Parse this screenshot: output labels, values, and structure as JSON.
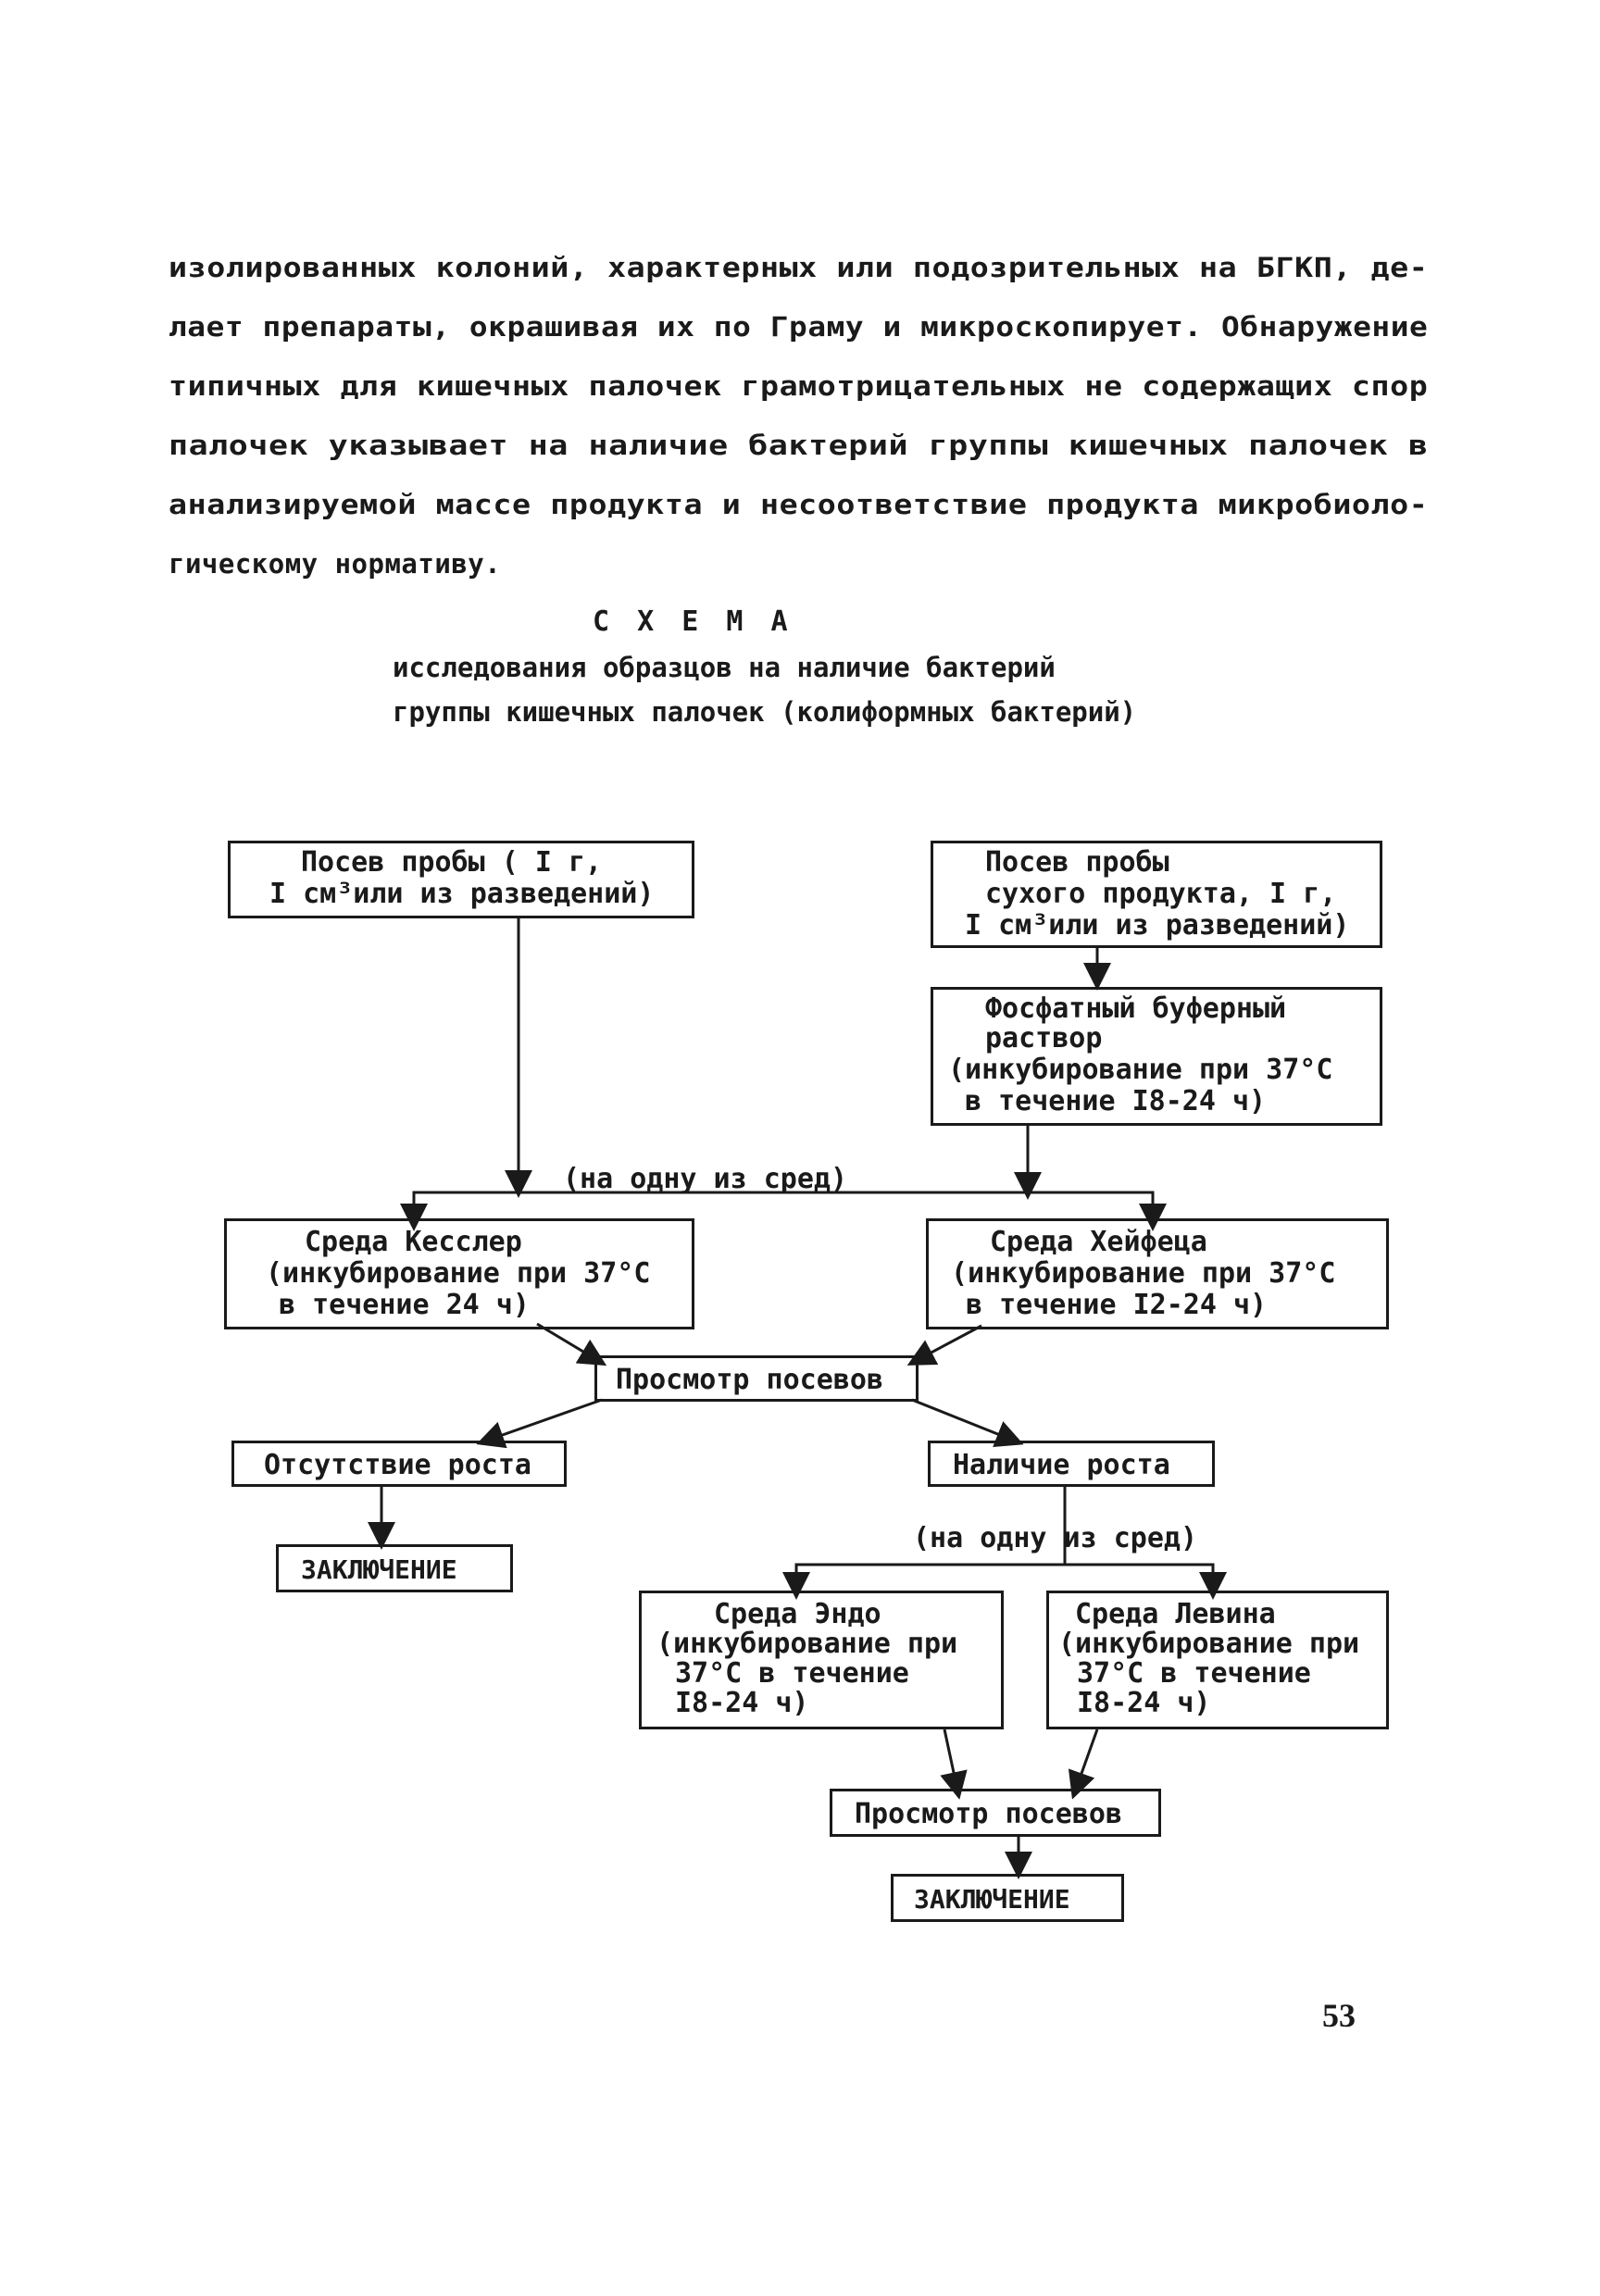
{
  "paragraph": {
    "lines": [
      "изолированных колоний, характерных или подозрительных на БГКП, де-",
      "лает препараты, окрашивая их по Граму и микроскопирует. Обнаружение",
      "типичных для кишечных палочек грамотрицательных не содержащих спор",
      "палочек указывает на наличие бактерий группы кишечных палочек в",
      "анализируемой массе продукта и несоответствие продукта микробиоло-",
      "гическому нормативу."
    ]
  },
  "scheme": {
    "title": "С Х Е М А",
    "subtitle_line1": "исследования образцов на наличие бактерий",
    "subtitle_line2": "группы кишечных палочек (колиформных бактерий)"
  },
  "flow": {
    "sample_left": [
      "Посев пробы   ( I г,",
      "I см³или из разведений)"
    ],
    "sample_right": [
      "Посев пробы",
      "сухого продукта, I г,",
      "I см³или из разведений)"
    ],
    "phosphate": [
      "Фосфатный буферный",
      "раствор",
      "(инкубирование при 37°С",
      "в течение I8-24 ч)"
    ],
    "media_note_1": "(на одну из сред)",
    "kessler": [
      "Среда Кесслер",
      "(инкубирование при 37°С",
      "в течение 24 ч)"
    ],
    "heifets": [
      "Среда Хейфеца",
      "(инкубирование при 37°С",
      "в течение I2-24 ч)"
    ],
    "review_1": "Просмотр посевов",
    "no_growth": "Отсутствие роста",
    "growth": "Наличие роста",
    "conclusion_1": "ЗАКЛЮЧЕНИЕ",
    "media_note_2": "(на одну из сред)",
    "endo": [
      "Среда Эндо",
      "(инкубирование при",
      "37°С в течение",
      "I8-24 ч)"
    ],
    "levin": [
      "Среда Левина",
      "(инкубирование при",
      "37°С в течение",
      "I8-24 ч)"
    ],
    "review_2": "Просмотр посевов",
    "conclusion_2": "ЗАКЛЮЧЕНИЕ"
  },
  "page_number": "53"
}
